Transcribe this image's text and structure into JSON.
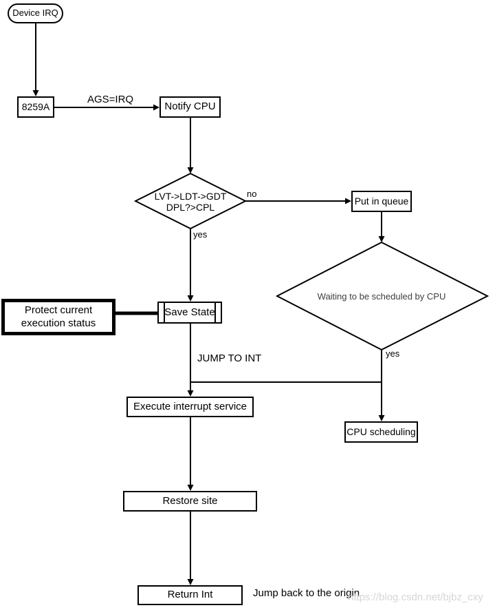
{
  "flowchart": {
    "nodes": {
      "device_irq": "Device IRQ",
      "pic_8259a": "8259A",
      "notify_cpu": "Notify CPU",
      "decision": {
        "line1": "LVT-&gt;LDT-&gt;GDT",
        "line2": "DPL?&gt;CPL"
      },
      "put_in_queue": "Put in queue",
      "waiting_diamond": "Waiting to be scheduled by CPU",
      "protect_note": {
        "line1": "Protect current",
        "line2": "execution status"
      },
      "save_state": "Save State",
      "execute_interrupt": "Execute interrupt service",
      "cpu_scheduling": "CPU scheduling",
      "restore_site": "Restore site",
      "return_int": "Return Int"
    },
    "edge_labels": {
      "ags_irq": "AGS=IRQ",
      "no_branch": "no",
      "yes_branch_decision": "yes",
      "yes_branch_waiting": "yes",
      "jump_to_int": "JUMP TO INT",
      "jump_back": "Jump back to the origin"
    },
    "watermark": "https://blog.csdn.net/bjbz_cxy",
    "colors": {
      "stroke": "#000000",
      "node_fill": "#ffffff",
      "text": "#000000",
      "muted_text": "#3d3d3d",
      "watermark": "#d6d6d6"
    }
  }
}
